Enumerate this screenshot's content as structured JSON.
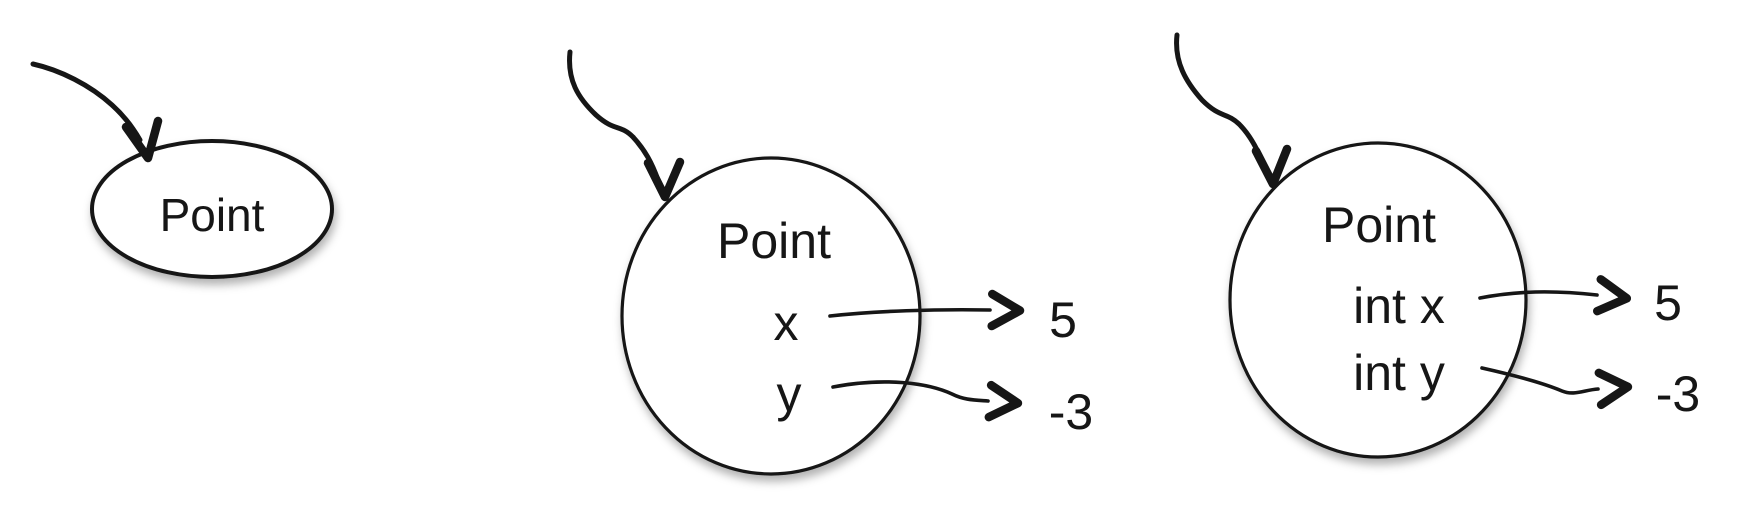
{
  "diagram": {
    "background_color": "#ffffff",
    "ink_color": "#161616",
    "figures": [
      {
        "kind": "class-ellipse",
        "title": "Point",
        "fields": []
      },
      {
        "kind": "object-circle",
        "title": "Point",
        "fields": [
          {
            "label": "x",
            "value": "5"
          },
          {
            "label": "y",
            "value": "-3"
          }
        ]
      },
      {
        "kind": "object-circle",
        "title": "Point",
        "fields": [
          {
            "label": "int x",
            "value": "5"
          },
          {
            "label": "int y",
            "value": "-3"
          }
        ]
      }
    ]
  }
}
